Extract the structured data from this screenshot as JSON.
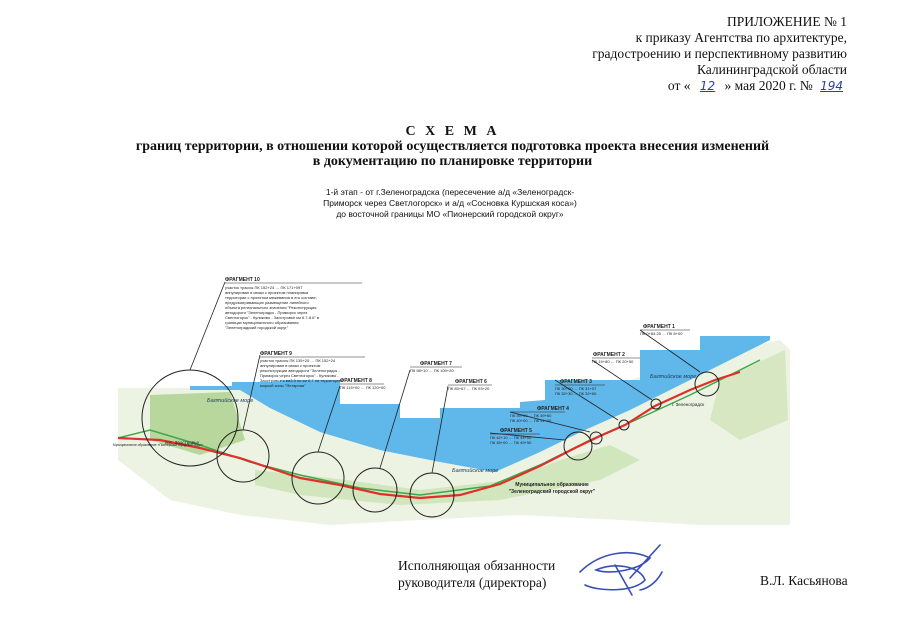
{
  "appendix": {
    "line1": "ПРИЛОЖЕНИЕ № 1",
    "line2": "к приказу Агентства по архитектуре,",
    "line3": "градостроению и перспективному развитию",
    "line4": "Калининградской области",
    "date_prefix": "от «",
    "day": "12",
    "date_middle": "» мая 2020 г. №",
    "number": "194"
  },
  "title": {
    "line1": "С Х Е М А",
    "line2": "границ территории, в отношении которой осуществляется подготовка проекта внесения изменений",
    "line3": "в документацию по планировке территории"
  },
  "subtitle": {
    "line1": "1-й этап - от г.Зеленоградска (пересечение а/д «Зеленоградск-",
    "line2": "Приморск через Светлогорск» и а/д «Сосновка Куршская коса»)",
    "line3": "до восточной границы МО «Пионерский городской округ»"
  },
  "map": {
    "sea_labels": [
      "Балтийское море",
      "Балтийское море",
      "Балтийское море"
    ],
    "town_labels": [
      "пос. Заостровье",
      "г. Зеленоградск"
    ],
    "left_note": "Муниципальное образование «Пионерский городской округ»",
    "municipality": "Муниципальное образование",
    "municipality_name": "\"Зеленоградский городской округ\""
  },
  "fragments": [
    {
      "title": "ФРАГМЕНТ 10",
      "lines": [
        "участок трассы ПК 152+24 … ПК 171+097",
        "аннулирован в связи с проектом планировки",
        "территории с проектом межевания в его составе,",
        "предусматривающих размещение линейного",
        "объекта регионального значения \"Реконструкция",
        "автодороги \"Зеленоградск - Приморск через",
        "Светлогорск\" - Куликово - Заостровье км 6.7-8.6\" в",
        "границах муниципального образования",
        "\"Зеленоградский городской округ\""
      ]
    },
    {
      "title": "ФРАГМЕНТ 9",
      "lines": [
        "участок трассы ПК 135+20 … ПК 152+24",
        "аннулирован в связи с проектом",
        "реконструкции автодороги \"Зеленоградск -",
        "Приморск через Светлогорск\" - Куликово -",
        "Заостровье с км3.5 по км 6.7 на территории",
        "моркой зоны \"Янтарная\""
      ]
    },
    {
      "title": "ФРАГМЕНТ 8",
      "lines": [
        "ПК 115+00 … ПК 120+00"
      ]
    },
    {
      "title": "ФРАГМЕНТ 7",
      "lines": [
        "ПК 98+10 … ПК 109+20"
      ]
    },
    {
      "title": "ФРАГМЕНТ 6",
      "lines": [
        "ПК 83+67 … ПК 93+20"
      ]
    },
    {
      "title": "ФРАГМЕНТ 5",
      "lines": [
        "ПК 42+10 … ПК 44+00",
        "ПК 45+00 … ПК 49+50"
      ]
    },
    {
      "title": "ФРАГМЕНТ 4",
      "lines": [
        "ПК 39+00 … ПК 39+60",
        "ПК 40+00 … ПК 41+00"
      ]
    },
    {
      "title": "ФРАГМЕНТ 3",
      "lines": [
        "ПК 30+00 … ПК 31+07",
        "ПК 32+30 … ПК 32+60"
      ]
    },
    {
      "title": "ФРАГМЕНТ 2",
      "lines": [
        "ПК 19+80 … ПК 20+50"
      ]
    },
    {
      "title": "ФРАГМЕНТ 1",
      "lines": [
        "ПК 0+84.25 … ПК 8+00"
      ]
    }
  ],
  "signature": {
    "role_line1": "Исполняющая обязанности",
    "role_line2": "руководителя (директора)",
    "name": "В.Л. Касьянова"
  },
  "colors": {
    "sea": "#5fb7ea",
    "land": "#e8f1dc",
    "route": "#e0302a",
    "boundary": "#3ca84a",
    "forest": "#a9cf8b"
  }
}
